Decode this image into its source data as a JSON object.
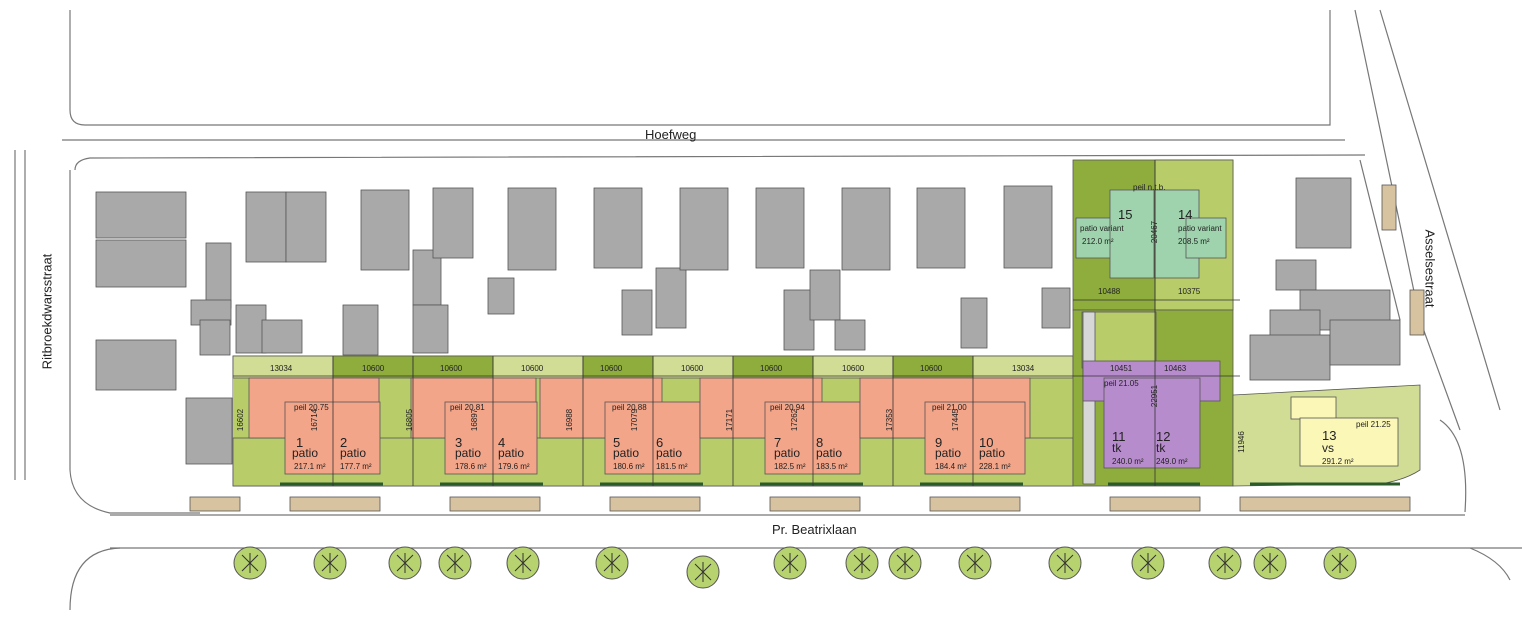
{
  "streets": {
    "north": "Hoefweg",
    "south": "Pr. Beatrixlaan",
    "west": "Ritbroekdwarsstraat",
    "east": "Asselsestraat"
  },
  "colors": {
    "garden_light": "#d1dc95",
    "garden_mid": "#b8cc6a",
    "garden_dark": "#8fad3d",
    "house_patio": "#f2a589",
    "house_tk": "#b78ccc",
    "house_variant": "#9fd3ad",
    "house_vs": "#fbf7b7",
    "existing_building": "#a9a9a9",
    "parking": "#d8c3a1",
    "tree": "#b7d36f"
  },
  "widths": [
    "13034",
    "10600",
    "10600",
    "10600",
    "10600",
    "10600",
    "10600",
    "10600",
    "10600",
    "13034",
    "10451",
    "10463",
    "10488",
    "10375"
  ],
  "depths": [
    "16602",
    "16714",
    "16805",
    "16897",
    "16988",
    "17079",
    "17171",
    "17262",
    "17353",
    "17445",
    "22951",
    "20467",
    "11946"
  ],
  "peils": [
    "peil 20.75",
    "peil 20.81",
    "peil 20.88",
    "peil 20.94",
    "peil 21.00",
    "peil 21.05",
    "peil n.t.b.",
    "peil 21.25"
  ],
  "lots": [
    {
      "num": "1",
      "type": "patio",
      "area": "217.1 m²"
    },
    {
      "num": "2",
      "type": "patio",
      "area": "177.7 m²"
    },
    {
      "num": "3",
      "type": "patio",
      "area": "178.6 m²"
    },
    {
      "num": "4",
      "type": "patio",
      "area": "179.6 m²"
    },
    {
      "num": "5",
      "type": "patio",
      "area": "180.6 m²"
    },
    {
      "num": "6",
      "type": "patio",
      "area": "181.5 m²"
    },
    {
      "num": "7",
      "type": "patio",
      "area": "182.5 m²"
    },
    {
      "num": "8",
      "type": "patio",
      "area": "183.5 m²"
    },
    {
      "num": "9",
      "type": "patio",
      "area": "184.4 m²"
    },
    {
      "num": "10",
      "type": "patio",
      "area": "228.1 m²"
    },
    {
      "num": "11",
      "type": "tk",
      "area": "240.0 m²"
    },
    {
      "num": "12",
      "type": "tk",
      "area": "249.0 m²"
    },
    {
      "num": "15",
      "type": "patio variant",
      "area": "212.0 m²"
    },
    {
      "num": "14",
      "type": "patio variant",
      "area": "208.5 m²"
    },
    {
      "num": "13",
      "type": "vs",
      "area": "291.2 m²"
    }
  ]
}
